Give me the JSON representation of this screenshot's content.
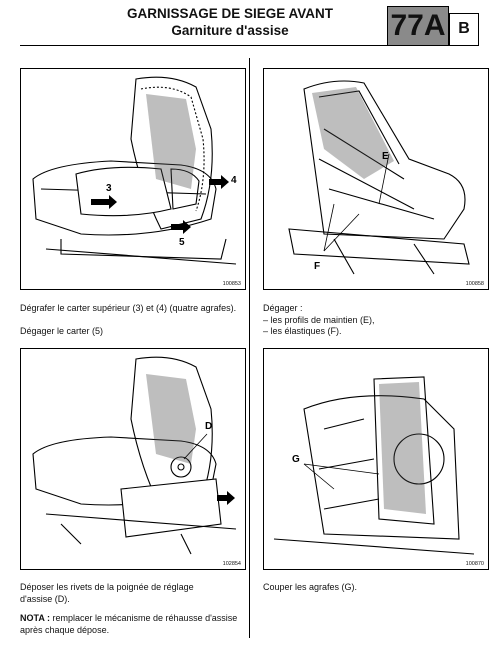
{
  "header": {
    "title": "GARNISSAGE DE SIEGE AVANT",
    "subtitle": "Garniture d'assise",
    "code": "77A",
    "section": "B"
  },
  "panels": [
    {
      "ref": "100853",
      "labels": [
        "3",
        "4",
        "5"
      ],
      "caption_lines": [
        "Dégrafer le carter supérieur (3) et (4) (quatre agrafes).",
        "Dégager le carter (5)"
      ]
    },
    {
      "ref": "100858",
      "labels": [
        "E",
        "F"
      ],
      "caption_lines": [
        "Dégager :",
        "– les profils de maintien (E),",
        "– les élastiques (F)."
      ]
    },
    {
      "ref": "102854",
      "labels": [
        "D"
      ],
      "caption_lines": [
        "Déposer les rivets de la poignée de réglage",
        "d'assise (D)."
      ],
      "note_label": "NOTA :",
      "note_text": " remplacer le mécanisme de réhausse d'assise",
      "note_line2": "après chaque dépose."
    },
    {
      "ref": "100870",
      "labels": [
        "G"
      ],
      "caption_lines": [
        "Couper les agrafes (G)."
      ]
    }
  ]
}
